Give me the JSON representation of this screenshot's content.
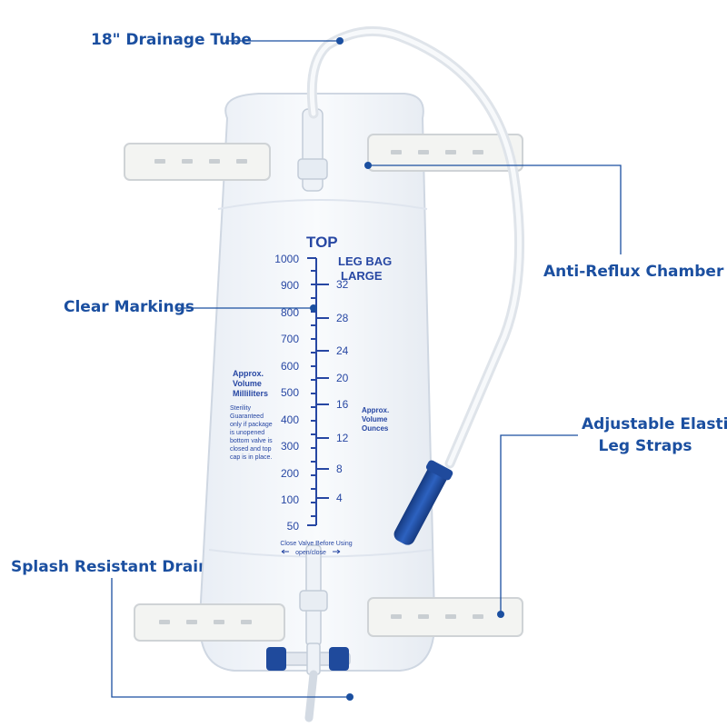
{
  "callouts": {
    "drainage_tube": "18\" Drainage Tube",
    "anti_reflux": "Anti-Reflux Chamber",
    "clear_markings": "Clear Markings",
    "elastic_straps_line1": "Adjustable Elastic",
    "elastic_straps_line2": "Leg Straps",
    "drain_valve": "Splash Resistant Drain valve"
  },
  "bag": {
    "top_label": "TOP",
    "product_line1": "LEG BAG",
    "product_line2": "LARGE",
    "ml_heading": [
      "Approx.",
      "Volume",
      "Milliliters"
    ],
    "oz_heading": [
      "Approx.",
      "Volume",
      "Ounces"
    ],
    "sterility_note": [
      "Sterility",
      "Guaranteed",
      "only if package",
      "is unopened",
      "bottom valve is",
      "closed and top",
      "cap is in place."
    ],
    "ml_scale": [
      "1000",
      "900",
      "800",
      "700",
      "600",
      "500",
      "400",
      "300",
      "200",
      "100",
      "50"
    ],
    "oz_scale": [
      "32",
      "28",
      "24",
      "20",
      "16",
      "12",
      "8",
      "4"
    ],
    "valve_note_line1": "Close Valve Before Using",
    "valve_note_line2": "open/close"
  },
  "colors": {
    "callout_blue": "#1b4fa0",
    "print_blue": "#2747a3",
    "cap_blue": "#1f4a9c"
  }
}
